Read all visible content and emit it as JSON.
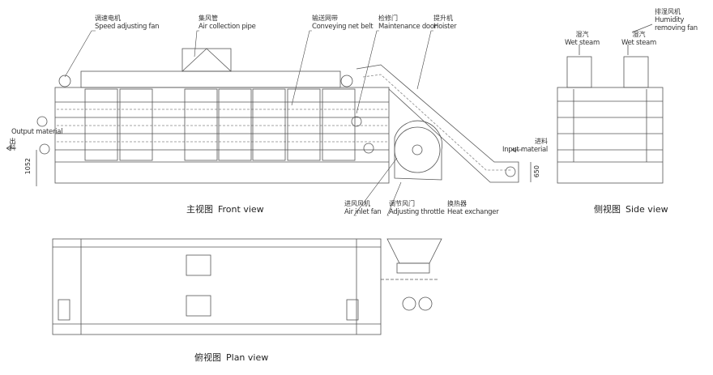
{
  "labels": {
    "speed_fan": {
      "cn": "调速电机",
      "en": "Speed adjusting fan"
    },
    "air_pipe": {
      "cn": "集风管",
      "en": "Air collection pipe"
    },
    "net_belt": {
      "cn": "输送网带",
      "en": "Conveying net belt"
    },
    "maint_door": {
      "cn": "检修门",
      "en": "Maintenance door"
    },
    "hoister": {
      "cn": "提升机",
      "en": "Hoister"
    },
    "humidity_fan": {
      "cn": "排湿风机",
      "en": "Humidity removing fan"
    },
    "wet_steam_1": {
      "cn": "湿汽",
      "en": "Wet steam"
    },
    "wet_steam_2": {
      "cn": "湿汽",
      "en": "Wet steam"
    },
    "output": {
      "cn": "出料",
      "en": "Output material",
      "dim": "1052"
    },
    "input": {
      "cn": "进料",
      "en": "Input material",
      "dim": "650"
    },
    "air_inlet_fan": {
      "cn": "进风风机",
      "en": "Air inlet fan"
    },
    "throttle": {
      "cn": "调节风门",
      "en": "Adjusting throttle"
    },
    "heat_exchanger": {
      "cn": "换热器",
      "en": "Heat exchanger"
    }
  },
  "views": {
    "front": {
      "cn": "主视图",
      "en": "Front view"
    },
    "side": {
      "cn": "侧视图",
      "en": "Side view"
    },
    "plan": {
      "cn": "俯视图",
      "en": "Plan view"
    }
  },
  "colors": {
    "line": "#555555",
    "watermark": "#c8c8c8"
  }
}
